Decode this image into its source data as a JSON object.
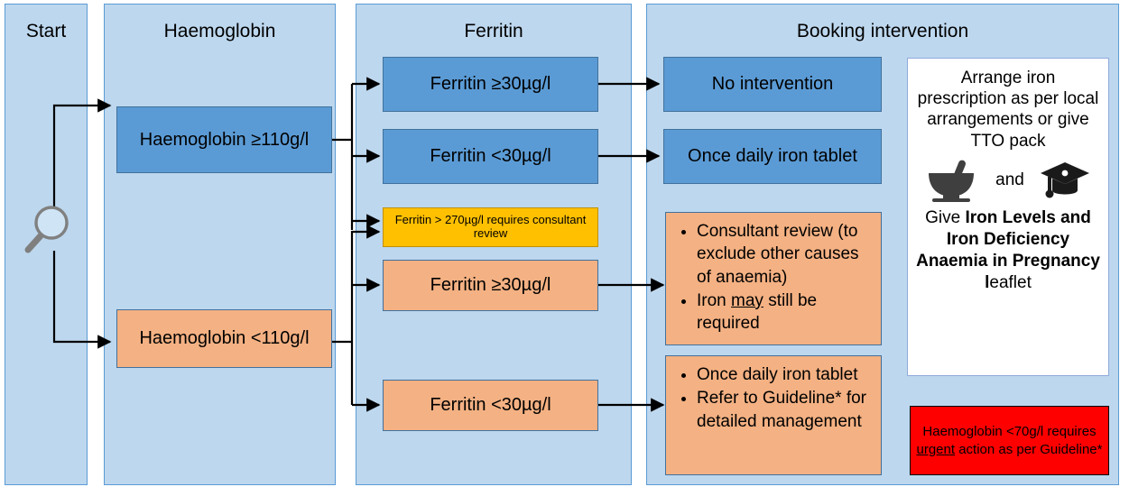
{
  "lanes": [
    {
      "id": "start",
      "title": "Start"
    },
    {
      "id": "haemoglobin",
      "title": "Haemoglobin"
    },
    {
      "id": "ferritin",
      "title": "Ferritin"
    },
    {
      "id": "booking",
      "title": "Booking intervention"
    }
  ],
  "start": {
    "icon": "magnifier-icon"
  },
  "haemoglobin": {
    "normal": "Haemoglobin ≥110g/l",
    "low": "Haemoglobin <110g/l"
  },
  "ferritin": {
    "normal_high": "Ferritin ≥30µg/l",
    "normal_low": "Ferritin <30µg/l",
    "consultant_note": "Ferritin > 270µg/l requires consultant review",
    "anaemic_high": "Ferritin ≥30µg/l",
    "anaemic_low": "Ferritin <30µg/l"
  },
  "booking": {
    "no_intervention": "No intervention",
    "once_daily": "Once daily iron tablet",
    "consultant_bullets": [
      "Consultant review (to exclude other causes of anaemia)",
      "Iron may still be required"
    ],
    "consultant_bullet_2_pre": "Iron ",
    "consultant_bullet_2_underline": "may",
    "consultant_bullet_2_post": " still be required",
    "guideline_bullets": [
      "Once daily iron tablet",
      "Refer to Guideline* for detailed management"
    ]
  },
  "info_panel": {
    "heading": "Arrange iron prescription as per local arrangements or give TTO pack",
    "and_word": "and",
    "mortar_icon": "mortar-and-pestle-icon",
    "graduation_icon": "graduation-cap-icon",
    "footer_pre": "Give ",
    "footer_bold": "Iron Levels and Iron Deficiency Anaemia in Pregnancy l",
    "footer_post": "eaflet"
  },
  "red_note": {
    "line_pre": "Haemoglobin <70g/l requires ",
    "line_underline": "urgent",
    "line_post": " action as per Guideline*"
  },
  "colors": {
    "lane_fill": "#bdd7ee",
    "lane_border": "#5b9bd5",
    "blue_box": "#5b9bd5",
    "orange_box": "#f4b183",
    "amber_box": "#ffc000",
    "red_box": "#ff0000",
    "box_border": "#41719c",
    "connector": "#000000"
  }
}
